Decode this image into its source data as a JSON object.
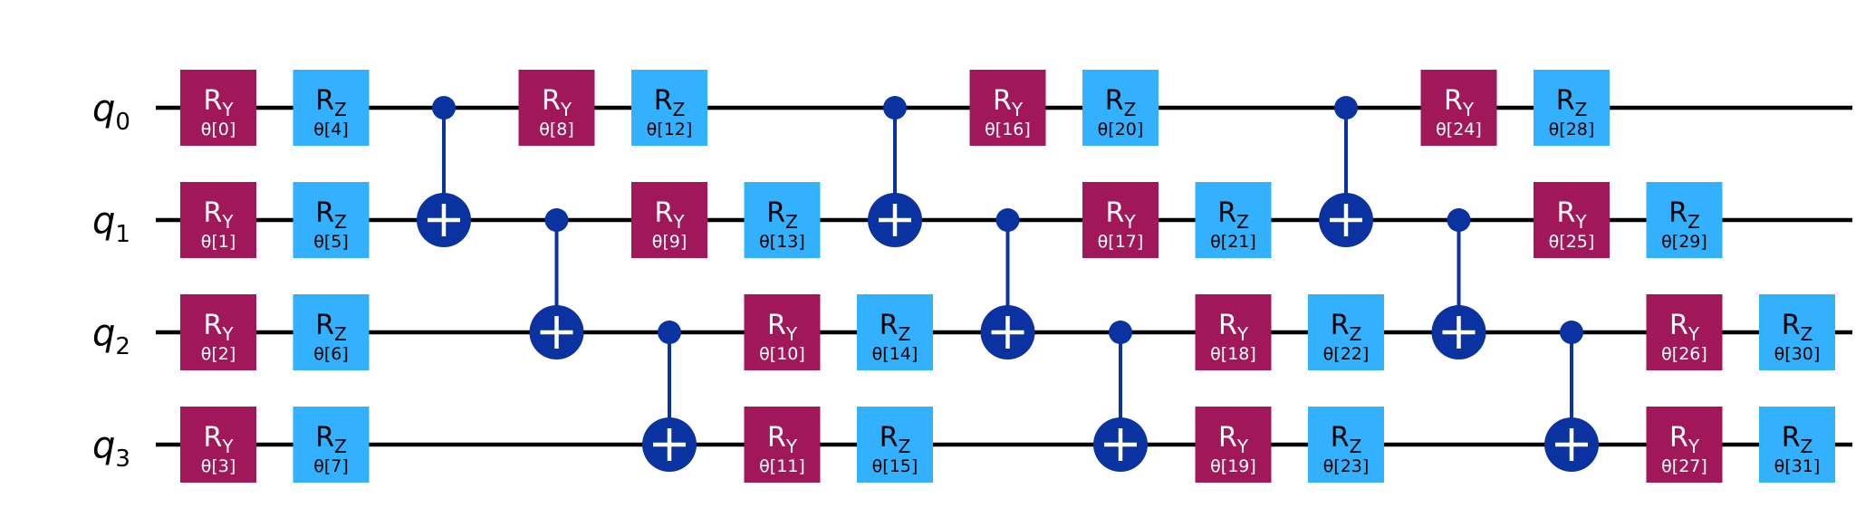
{
  "colors": {
    "ry": "#a0185a",
    "rz": "#33b1ff",
    "cx": "#0a32a0",
    "wire": "#000000",
    "gate_text": "#ffffff",
    "rz_text": "#000000"
  },
  "qubits": [
    {
      "name": "q",
      "index": "0"
    },
    {
      "name": "q",
      "index": "1"
    },
    {
      "name": "q",
      "index": "2"
    },
    {
      "name": "q",
      "index": "3"
    }
  ],
  "gates": [
    {
      "type": "ry",
      "op": "R",
      "sub": "Y",
      "param": "θ[0]",
      "qubit": 0,
      "col": 0
    },
    {
      "type": "ry",
      "op": "R",
      "sub": "Y",
      "param": "θ[1]",
      "qubit": 1,
      "col": 0
    },
    {
      "type": "ry",
      "op": "R",
      "sub": "Y",
      "param": "θ[2]",
      "qubit": 2,
      "col": 0
    },
    {
      "type": "ry",
      "op": "R",
      "sub": "Y",
      "param": "θ[3]",
      "qubit": 3,
      "col": 0
    },
    {
      "type": "rz",
      "op": "R",
      "sub": "Z",
      "param": "θ[4]",
      "qubit": 0,
      "col": 1
    },
    {
      "type": "rz",
      "op": "R",
      "sub": "Z",
      "param": "θ[5]",
      "qubit": 1,
      "col": 1
    },
    {
      "type": "rz",
      "op": "R",
      "sub": "Z",
      "param": "θ[6]",
      "qubit": 2,
      "col": 1
    },
    {
      "type": "rz",
      "op": "R",
      "sub": "Z",
      "param": "θ[7]",
      "qubit": 3,
      "col": 1
    },
    {
      "type": "ry",
      "op": "R",
      "sub": "Y",
      "param": "θ[8]",
      "qubit": 0,
      "col": 3
    },
    {
      "type": "rz",
      "op": "R",
      "sub": "Z",
      "param": "θ[12]",
      "qubit": 0,
      "col": 4
    },
    {
      "type": "ry",
      "op": "R",
      "sub": "Y",
      "param": "θ[9]",
      "qubit": 1,
      "col": 4
    },
    {
      "type": "rz",
      "op": "R",
      "sub": "Z",
      "param": "θ[13]",
      "qubit": 1,
      "col": 5
    },
    {
      "type": "ry",
      "op": "R",
      "sub": "Y",
      "param": "θ[10]",
      "qubit": 2,
      "col": 5
    },
    {
      "type": "ry",
      "op": "R",
      "sub": "Y",
      "param": "θ[11]",
      "qubit": 3,
      "col": 5
    },
    {
      "type": "rz",
      "op": "R",
      "sub": "Z",
      "param": "θ[14]",
      "qubit": 2,
      "col": 6
    },
    {
      "type": "rz",
      "op": "R",
      "sub": "Z",
      "param": "θ[15]",
      "qubit": 3,
      "col": 6
    },
    {
      "type": "ry",
      "op": "R",
      "sub": "Y",
      "param": "θ[16]",
      "qubit": 0,
      "col": 7
    },
    {
      "type": "rz",
      "op": "R",
      "sub": "Z",
      "param": "θ[20]",
      "qubit": 0,
      "col": 8
    },
    {
      "type": "ry",
      "op": "R",
      "sub": "Y",
      "param": "θ[17]",
      "qubit": 1,
      "col": 8
    },
    {
      "type": "rz",
      "op": "R",
      "sub": "Z",
      "param": "θ[21]",
      "qubit": 1,
      "col": 9
    },
    {
      "type": "ry",
      "op": "R",
      "sub": "Y",
      "param": "θ[18]",
      "qubit": 2,
      "col": 9
    },
    {
      "type": "ry",
      "op": "R",
      "sub": "Y",
      "param": "θ[19]",
      "qubit": 3,
      "col": 9
    },
    {
      "type": "rz",
      "op": "R",
      "sub": "Z",
      "param": "θ[22]",
      "qubit": 2,
      "col": 10
    },
    {
      "type": "rz",
      "op": "R",
      "sub": "Z",
      "param": "θ[23]",
      "qubit": 3,
      "col": 10
    },
    {
      "type": "ry",
      "op": "R",
      "sub": "Y",
      "param": "θ[24]",
      "qubit": 0,
      "col": 11
    },
    {
      "type": "rz",
      "op": "R",
      "sub": "Z",
      "param": "θ[28]",
      "qubit": 0,
      "col": 12
    },
    {
      "type": "ry",
      "op": "R",
      "sub": "Y",
      "param": "θ[25]",
      "qubit": 1,
      "col": 12
    },
    {
      "type": "rz",
      "op": "R",
      "sub": "Z",
      "param": "θ[29]",
      "qubit": 1,
      "col": 13
    },
    {
      "type": "ry",
      "op": "R",
      "sub": "Y",
      "param": "θ[26]",
      "qubit": 2,
      "col": 13
    },
    {
      "type": "ry",
      "op": "R",
      "sub": "Y",
      "param": "θ[27]",
      "qubit": 3,
      "col": 13
    },
    {
      "type": "rz",
      "op": "R",
      "sub": "Z",
      "param": "θ[30]",
      "qubit": 2,
      "col": 14
    },
    {
      "type": "rz",
      "op": "R",
      "sub": "Z",
      "param": "θ[31]",
      "qubit": 3,
      "col": 14
    }
  ],
  "cx": [
    {
      "control": 0,
      "target": 1,
      "col": 2
    },
    {
      "control": 1,
      "target": 2,
      "col": 3
    },
    {
      "control": 2,
      "target": 3,
      "col": 4
    },
    {
      "control": 0,
      "target": 1,
      "col": 6
    },
    {
      "control": 1,
      "target": 2,
      "col": 7
    },
    {
      "control": 2,
      "target": 3,
      "col": 8
    },
    {
      "control": 0,
      "target": 1,
      "col": 10
    },
    {
      "control": 1,
      "target": 2,
      "col": 11
    },
    {
      "control": 2,
      "target": 3,
      "col": 12
    }
  ]
}
